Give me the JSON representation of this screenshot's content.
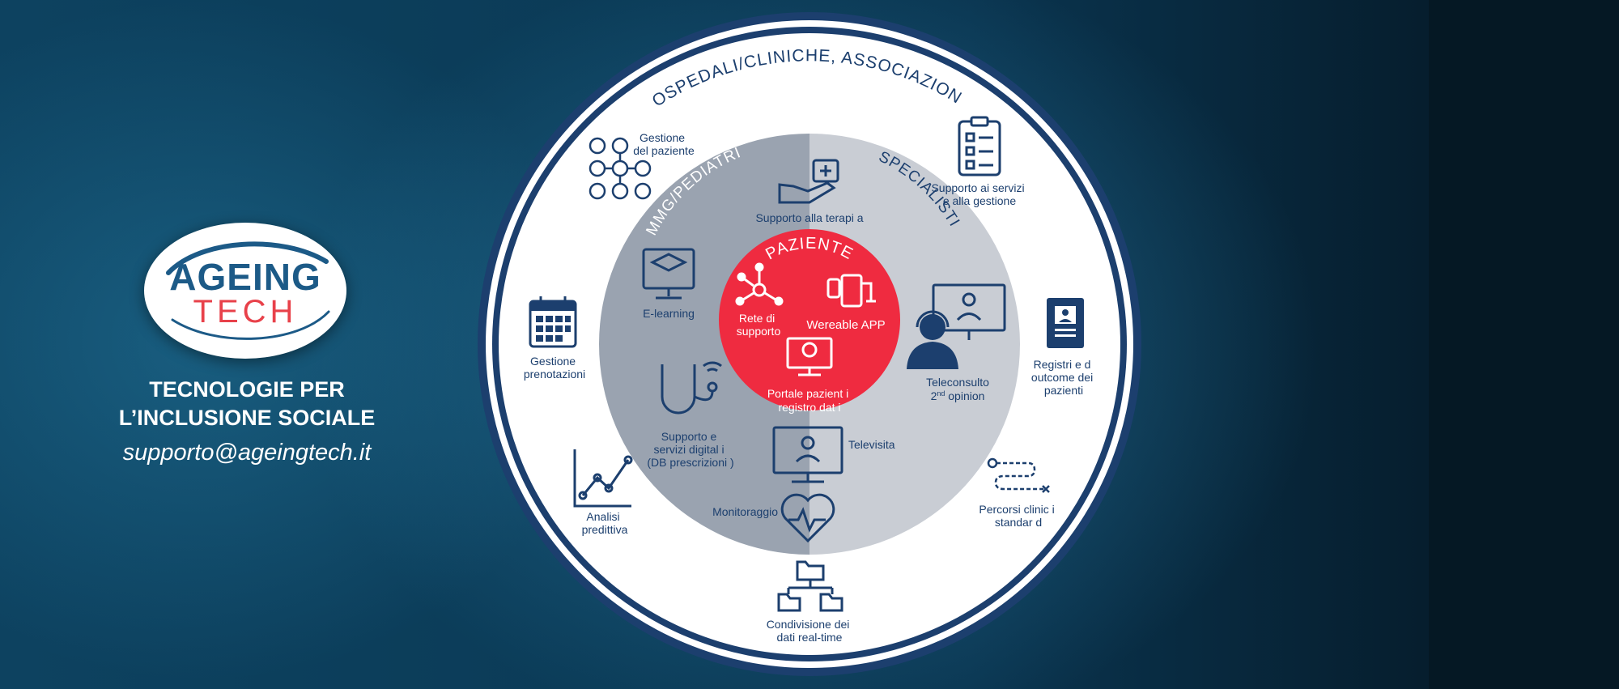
{
  "brand": {
    "logo_top": "AGEING",
    "logo_bottom": "TECH",
    "tagline_line1": "TECNOLOGIE PER",
    "tagline_line2": "L’INCLUSIONE SOCIALE",
    "email": "supporto@ageingtech.it"
  },
  "colors": {
    "navy": "#1c3f6e",
    "red": "#ef2b40",
    "inner_grey": "#9aa3b0",
    "mid_grey": "#c9cdd4",
    "ring_white": "#ffffff"
  },
  "rings": {
    "outer_label": "OSPEDALI/CLINICHE, ASSOCIAZIONI",
    "left_segment_label": "MMG/PEDIATRI",
    "right_segment_label": "SPECIALISTI",
    "center_label": "PAZIENTE"
  },
  "center_items": {
    "rete_line1": "Rete di",
    "rete_line2": "supporto",
    "wereable": "Wereable APP",
    "portale_line1": "Portale pazient i",
    "portale_line2": "registro dat i"
  },
  "middle_items": {
    "supporto_terapia": "Supporto alla terapi a",
    "elearning": "E-learning",
    "supporto_digitali_line1": "Supporto e",
    "supporto_digitali_line2": "servizi digital i",
    "supporto_digitali_line3": "(DB prescrizioni )",
    "televisita": "Televisita",
    "monitoraggio": "Monitoraggio",
    "teleconsulto_line1": "Teleconsulto",
    "teleconsulto_line2_pre": "2",
    "teleconsulto_line2_sup": "nd",
    "teleconsulto_line2_post": " opinion"
  },
  "outer_items": {
    "gestione_paziente_line1": "Gestione",
    "gestione_paziente_line2": "del paziente",
    "supporto_servizi_line1": "Supporto ai servizi",
    "supporto_servizi_line2": "e alla gestione",
    "gestione_prenotazioni_line1": "Gestione",
    "gestione_prenotazioni_line2": "prenotazioni",
    "registri_line1": "Registri e d",
    "registri_line2": "outcome dei",
    "registri_line3": "pazienti",
    "analisi_line1": "Analisi",
    "analisi_line2": "predittiva",
    "percorsi_line1": "Percorsi clinic  i",
    "percorsi_line2": "standar d",
    "condivisione_line1": "Condivisione dei",
    "condivisione_line2": "dati real-time"
  }
}
